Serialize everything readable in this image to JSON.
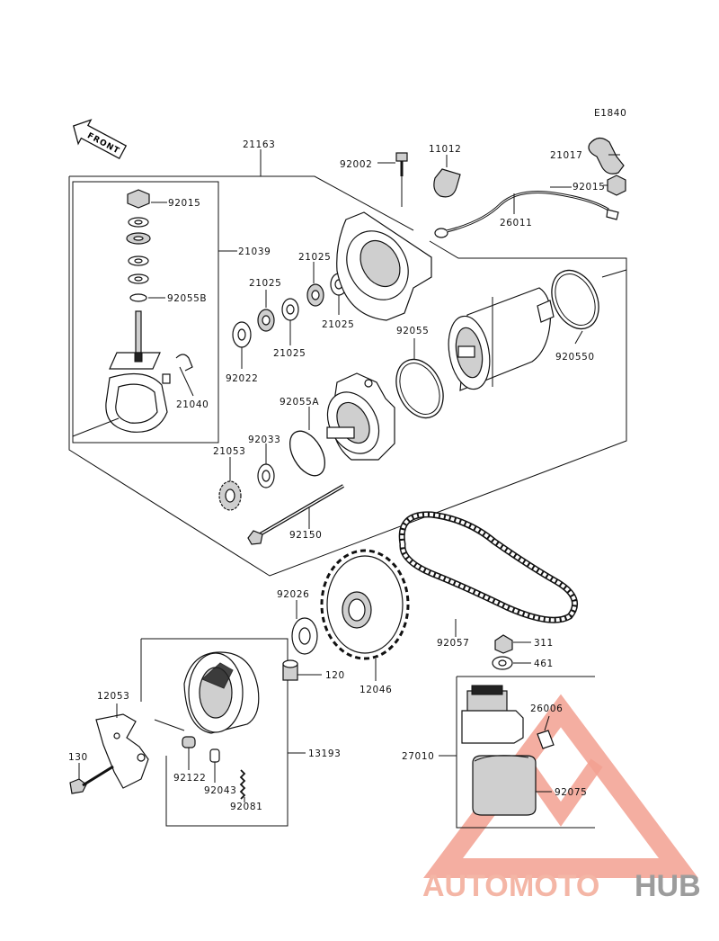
{
  "diagram_code": "E1840",
  "front_label": "FRONT",
  "watermark": {
    "part1": "AUTO",
    "part2": "MOTO",
    "part3": "HUB"
  },
  "parts": {
    "p21163": "21163",
    "p92002": "92002",
    "p11012": "11012",
    "p21017": "21017",
    "p92015a": "92015",
    "p92015b": "92015",
    "p26011": "26011",
    "p21039": "21039",
    "p92055B": "92055B",
    "p21025a": "21025",
    "p21025b": "21025",
    "p21025c": "21025",
    "p21025d": "21025",
    "p92022": "92022",
    "p21040": "21040",
    "p92055": "92055",
    "p920550": "920550",
    "p92055A": "92055A",
    "p92033": "92033",
    "p21053": "21053",
    "p92150": "92150",
    "p92026": "92026",
    "p92057": "92057",
    "p311": "311",
    "p461": "461",
    "p120": "120",
    "p12046": "12046",
    "p12053": "12053",
    "p130": "130",
    "p13193": "13193",
    "p92122": "92122",
    "p92043": "92043",
    "p92081": "92081",
    "p26006": "26006",
    "p27010": "27010",
    "p92075": "92075"
  }
}
